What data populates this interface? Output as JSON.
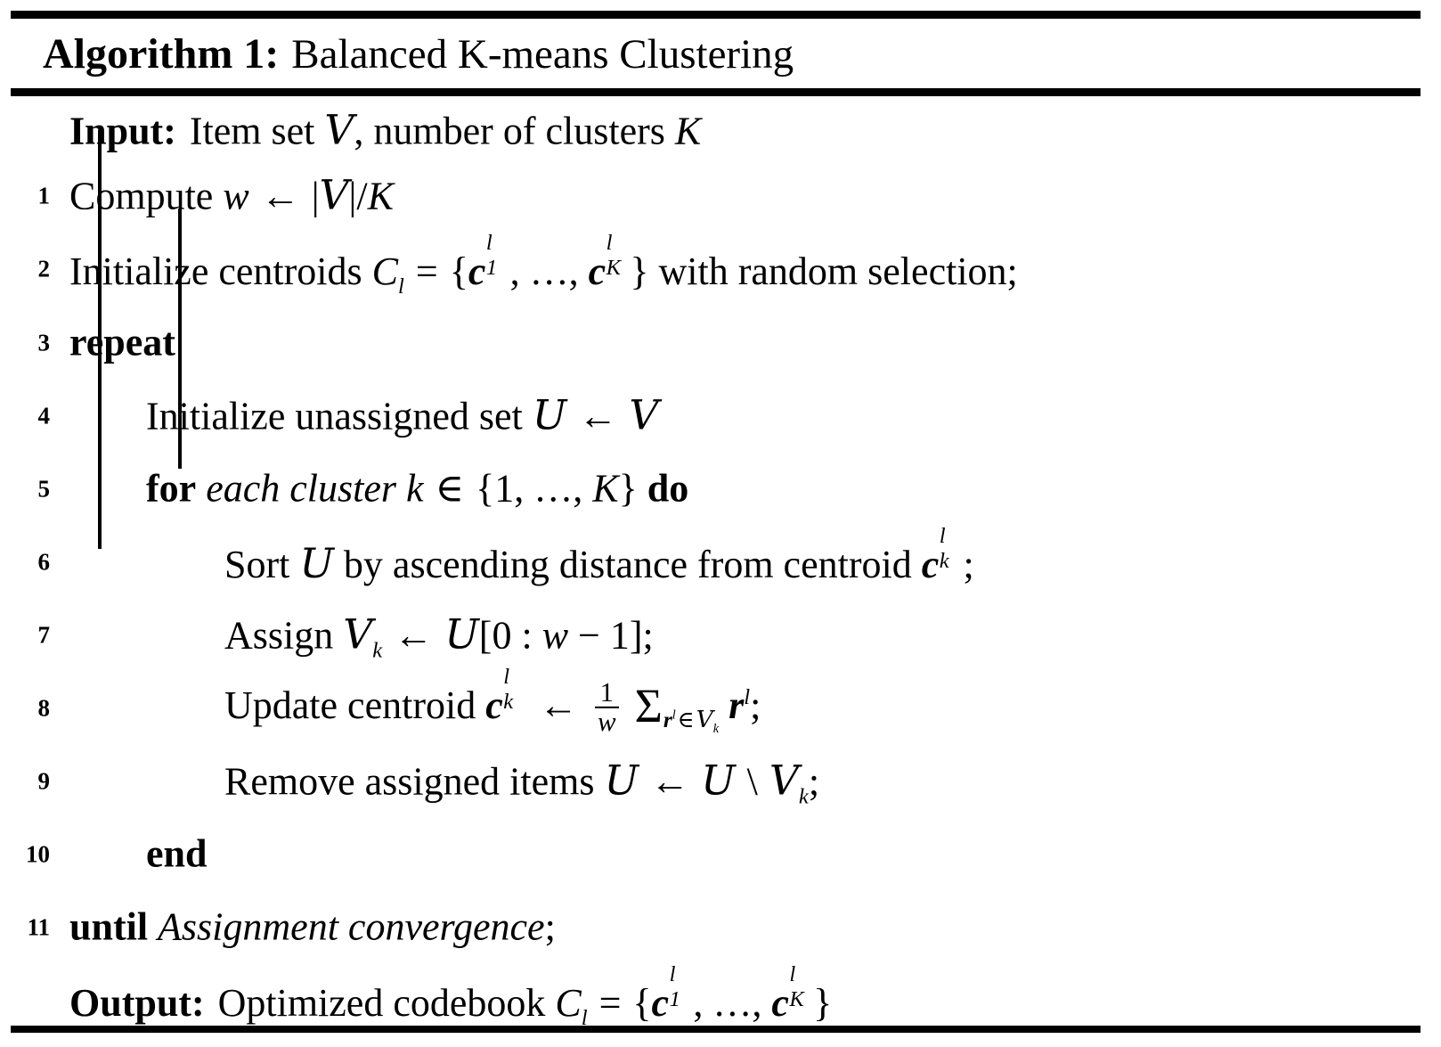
{
  "caption": {
    "label": "Algorithm 1:",
    "title": "Balanced K-means Clustering"
  },
  "io": {
    "input_label": "Input:",
    "input_text": "Item set 𝒱, number of clusters K",
    "output_label": "Output:",
    "output_text": "Optimized codebook C_l = {c_1^l, …, c_K^l}"
  },
  "lines": [
    {
      "no": "1",
      "indent": 0,
      "text": "Compute w ← |𝒱|/K"
    },
    {
      "no": "2",
      "indent": 0,
      "text": "Initialize centroids C_l = {c_1^l, …, c_K^l} with random selection;"
    },
    {
      "no": "3",
      "indent": 0,
      "text": "repeat"
    },
    {
      "no": "4",
      "indent": 1,
      "text": "Initialize unassigned set 𝒰 ← 𝒱"
    },
    {
      "no": "5",
      "indent": 1,
      "text": "for each cluster k ∈ {1, …, K} do"
    },
    {
      "no": "6",
      "indent": 2,
      "text": "Sort 𝒰 by ascending distance from centroid c_k^l;"
    },
    {
      "no": "7",
      "indent": 2,
      "text": "Assign 𝒱_k ← 𝒰[0 : w − 1];"
    },
    {
      "no": "8",
      "indent": 2,
      "text": "Update centroid c_k^l ← (1/w) Σ_{r^l ∈ 𝒱_k} r^l;"
    },
    {
      "no": "9",
      "indent": 2,
      "text": "Remove assigned items 𝒰 ← 𝒰 \\ 𝒱_k;"
    },
    {
      "no": "10",
      "indent": 1,
      "text": "end"
    },
    {
      "no": "11",
      "indent": 0,
      "text": "until Assignment convergence;"
    }
  ],
  "keywords": {
    "repeat": "repeat",
    "for": "for",
    "do": "do",
    "end": "end",
    "until": "until",
    "for_condition": "each cluster",
    "until_condition": "Assignment convergence"
  },
  "symbols": {
    "item_set": "𝒱",
    "unassigned_set": "𝒰",
    "num_clusters": "K",
    "window": "w",
    "cluster_index": "k",
    "codebook": "C",
    "centroid": "c",
    "residual": "r",
    "layer": "l",
    "assign_arrow": "←",
    "member_of": "∈",
    "setminus": "\\",
    "ellipsis": "…",
    "sum": "Σ"
  },
  "colors": {
    "ink": "#000000",
    "page": "#ffffff"
  }
}
